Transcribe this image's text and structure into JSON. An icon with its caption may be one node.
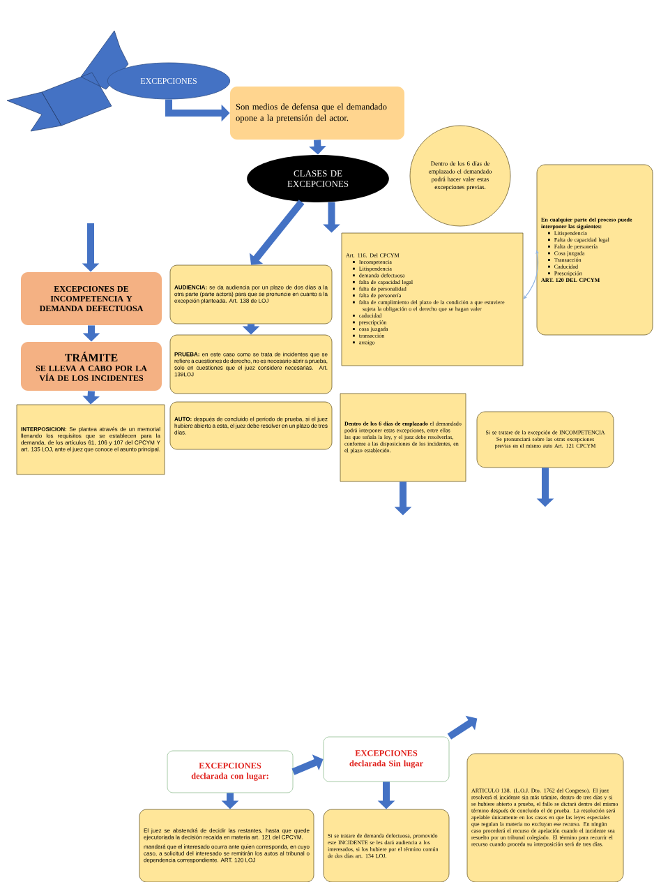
{
  "diagram": {
    "nodes": [
      {
        "text": [
          "EXCEPCIONES"
        ]
      },
      {
        "text": [
          "Son medios de defensa que el demandado opone a la pretensión del actor."
        ]
      },
      {
        "text": [
          "CLASES DE EXCEPCIONES"
        ]
      },
      {
        "text": [
          "Dentro de los 6 días de emplazado el demandado podrá hacer valer estas excepciones previas."
        ]
      },
      {
        "text": [
          "Art. 116. Del CPCYM",
          "Incompetencia",
          "Litispendencia",
          "demanda defectuosa",
          "falta de capacidad legal",
          "falta de personalidad",
          "falta de personería",
          "falta de cumplimiento del plazo de la condición a que estuviere sujeta la obligación o el derecho que se hagan valer",
          "caducidad",
          "prescripción",
          "cosa juzgada",
          "transacción",
          "arraigo"
        ]
      },
      {
        "text": [
          "En cualquier parte del proceso puede interponer las siguientes:",
          "Litispendencia",
          "Falta de capacidad legal",
          "Falta de personería",
          "Cosa juzgada",
          "Transacción",
          "Caducidad",
          "Prescripción",
          "ART. 120 DEL CPCYM"
        ]
      },
      {
        "text": [
          "EXCEPCIONES DE INCOMPETENCIA Y DEMANDA DEFECTUOSA"
        ]
      },
      {
        "text": [
          "**AUDIENCIA:** se da audiencia por un plazo de dos días a la otra parte (parte actora) para que se pronuncie en cuanto a la excepción planteada. Art. 138 de LOJ"
        ]
      },
      {
        "text": [
          "TRÁMITE",
          "SE LLEVA A CABO POR LA VÍA DE LOS INCIDENTES"
        ]
      },
      {
        "text": [
          "**PRUEBA:** en este caso como se trata de incidentes que se refiere a cuestiones de derecho, no es necesario abrir a prueba, solo en cuestiones que el juez considere necesarias. Art. 139LOJ"
        ]
      },
      {
        "text": [
          "**INTERPOSICION:** Se plantea através de un memorial llenando los requisitos que se establecen para la demanda, de los artículos 61, 106 y 107 del CPCYM Y art. 135 LOJ, ante el juez que conoce el asunto principal."
        ]
      },
      {
        "text": [
          "**Dentro de los 6 días de emplazado** el demandado podrá interponer estas excepciones, entre ellas las que señala la ley, y el juez debe resolverlas, conforme a las disposiciones de los incidentes, en el plazo establecido."
        ]
      },
      {
        "text": [
          "**AUTO:** después de concluido el período de prueba, si el juez hubiere abierto a esta, el juez debe resolver en un plazo de tres días."
        ]
      },
      {
        "text": [
          "Si se tratare de la excepción de INCOMPETENCIA Se pronunciará sobre las otras excepciones previas en el mismo auto Art. 121 CPCYM"
        ]
      },
      {
        "text": [
          "EXCEPCIONES",
          "declarada con lugar:"
        ]
      },
      {
        "text": [
          "EXCEPCIONES",
          "declarada Sin lugar"
        ]
      },
      {
        "text": [
          "El juez se abstendrá de decidir las restantes, hasta que quede ejecutoriada la decisión recaída en materia art. 121 del CPCYM.",
          "mandará que el interesado ocurra ante quien corresponda, en cuyo caso, a solicitud del interesado se remitirán los autos al tribunal o dependencia correspondiente. ART. 120 LOJ"
        ]
      },
      {
        "text": [
          "Si se tratare de demanda defectuosa, promovido este INCIDENTE se les dará audiencia a los interesados, si los hubiere por el término común de dos días art. 134 LOJ."
        ]
      },
      {
        "text": [
          "ARTICULO 138. (L.O.J. Dto. 1762 del Congreso). El juez resolverá el incidente sin más trámite, dentro de tres días y si se hubiere abierto a prueba, el fallo se dictará dentro del mismo término después de concluido el de prueba. La resolución será apelable únicamente en los casos en que las leyes especiales que regulan la materia no excluyan ese recurso. En ningún caso procederá el recurso de apelación cuando el incidente sea resuelto por un tribunal colegiado. El término para recurrir el recurso cuando proceda su interposición será de tres días."
        ]
      }
    ],
    "edges": [
      {
        "from": 0,
        "to": 1,
        "arrow": "to"
      },
      {
        "from": 1,
        "to": 2,
        "arrow": "to"
      },
      {
        "from": 2,
        "to": 4,
        "arrow": "to"
      },
      {
        "from": 2,
        "to": 7,
        "arrow": "to"
      },
      {
        "from": null,
        "to": 6,
        "arrow": "to"
      },
      {
        "from": 6,
        "to": 8,
        "arrow": "to"
      },
      {
        "from": 7,
        "to": 9,
        "arrow": "to"
      },
      {
        "from": 8,
        "to": 10,
        "arrow": "to"
      },
      {
        "from": 4,
        "to": 5,
        "arrow": "both",
        "color": "#8fb4e3"
      },
      {
        "from": 11,
        "to": null,
        "arrow": "to"
      },
      {
        "from": 13,
        "to": null,
        "arrow": "to"
      },
      {
        "from": 14,
        "to": 15,
        "arrow": "to"
      },
      {
        "from": 14,
        "to": 16,
        "arrow": "to"
      },
      {
        "from": 15,
        "to": 17,
        "arrow": "to"
      },
      {
        "from": 15,
        "to": null,
        "arrow": "to"
      }
    ]
  }
}
